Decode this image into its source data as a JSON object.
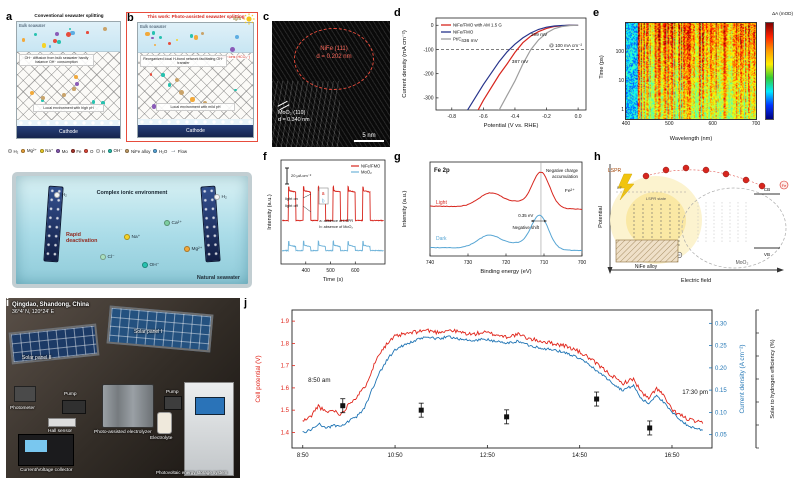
{
  "panels": {
    "a": {
      "label": "a",
      "title": "Conventional seawater splitting",
      "bulk_label": "Bulk seawater",
      "note1": "OH⁻ diffusion from bulk seawater hardly balance OH⁻ consumption",
      "note2": "Local environment with high pH",
      "cathode_label": "Cathode"
    },
    "b": {
      "label": "b",
      "title": "This work: Photo-assisted seawater splitting",
      "light_label": "light",
      "bulk_label": "Bulk seawater",
      "note0": "Buffer ions (HCO₃⁻)",
      "note1": "Reorganized local H-bond network facilitating OH⁻ transfer",
      "note2": "Local environment with mild pH",
      "cathode_label": "Cathode"
    },
    "legend_ab": {
      "items": [
        {
          "name": "H₂",
          "color": "#f0f0f0"
        },
        {
          "name": "Mg²⁺",
          "color": "#f2a93b"
        },
        {
          "name": "Na⁺",
          "color": "#f5d327"
        },
        {
          "name": "Mo",
          "color": "#8a5bb8"
        },
        {
          "name": "Fe",
          "color": "#b03a2e"
        },
        {
          "name": "O",
          "color": "#e74c3c"
        },
        {
          "name": "H",
          "color": "#ffffff"
        },
        {
          "name": "OH⁻",
          "color": "#27c2b0"
        },
        {
          "name": "NiFe alloy",
          "color": "#c9a36a"
        },
        {
          "name": "H₂O",
          "color": "#5dade2"
        },
        {
          "name": "Flow",
          "color": "#2c3e50"
        }
      ]
    },
    "tank": {
      "caption_top": "Complex ionic environment",
      "caption_deactivation": "Rapid deactivation",
      "caption_bottom": "Natural seawater",
      "ions": [
        "H₂",
        "Ca²⁺",
        "Na⁺",
        "Mg²⁺",
        "OH⁻",
        "Cl⁻"
      ]
    },
    "c": {
      "label": "c",
      "phase1_line1": "NiFe (111)",
      "phase1_line2": "d = 0.202 nm",
      "phase2_line1": "MoO₂ (110)",
      "phase2_line2": "d = 0.340 nm",
      "scalebar": "5 nm"
    },
    "d_label": "d",
    "e_label": "e",
    "f_label": "f",
    "g_label": "g",
    "j_label": "j",
    "h": {
      "label": "h",
      "lspr": "LSPR",
      "lspr_state": "LSPR state",
      "ef": "EF",
      "cb": "CB",
      "vb": "VB",
      "fe": "Fe",
      "nife": "NiFe alloy",
      "moo2": "MoO₂",
      "xlabel": "Electric field",
      "ylabel": "Potential"
    },
    "i": {
      "label": "i",
      "loc1": "Qingdao, Shandong, China",
      "loc2": "36°4′ N, 120°24′ E",
      "solar2": "Solar panel II",
      "solar1": "Solar panel I",
      "photometer": "Photometer",
      "pump1": "Pump",
      "hall": "Hall sensor",
      "electrolyzer": "Photo-assisted electrolyzer",
      "pump2": "Pump",
      "electrolyte": "Electrolyte",
      "collector": "Current/Voltage collector",
      "storage": "Photovoltaic energy storage system"
    }
  },
  "chart_data": [
    {
      "id": "d",
      "type": "line",
      "xlabel": "Potential (V vs. RHE)",
      "ylabel": "Current density (mA cm⁻²)",
      "xlim": [
        -0.9,
        0.05
      ],
      "ylim": [
        -350,
        30
      ],
      "xticks": [
        -0.8,
        -0.6,
        -0.4,
        -0.2,
        0.0
      ],
      "yticks": [
        0,
        -100,
        -200,
        -300
      ],
      "ref_line_y": -100,
      "ref_line_label": "@ 100 mA cm⁻²",
      "overpotential_labels": [
        {
          "text": "299 mV",
          "x": -0.3,
          "y": -45
        },
        {
          "text": "387 mV",
          "x": -0.42,
          "y": -155
        },
        {
          "text": "436 mV",
          "x": -0.74,
          "y": -70
        }
      ],
      "series": [
        {
          "name": "NiFe/FMO with AM 1.5 G",
          "color": "#d7261e",
          "x": [
            -0.9,
            -0.8,
            -0.7,
            -0.6,
            -0.5,
            -0.45,
            -0.4,
            -0.35,
            -0.3,
            -0.25,
            -0.2,
            -0.15,
            -0.1,
            -0.05,
            0
          ],
          "y": [
            -700,
            -560,
            -430,
            -310,
            -205,
            -160,
            -112,
            -72,
            -45,
            -26,
            -13,
            -5,
            -2,
            0,
            0
          ]
        },
        {
          "name": "NiFe/FMO",
          "color": "#27348b",
          "x": [
            -0.9,
            -0.8,
            -0.7,
            -0.6,
            -0.5,
            -0.45,
            -0.4,
            -0.35,
            -0.3,
            -0.25,
            -0.2,
            -0.15,
            -0.1,
            -0.05,
            0
          ],
          "y": [
            -600,
            -470,
            -350,
            -245,
            -150,
            -110,
            -78,
            -52,
            -32,
            -17,
            -8,
            -3,
            -1,
            0,
            0
          ]
        },
        {
          "name": "Pt/C",
          "color": "#9e9e9e",
          "x": [
            -0.9,
            -0.8,
            -0.7,
            -0.6,
            -0.5,
            -0.45,
            -0.4,
            -0.35,
            -0.3,
            -0.25,
            -0.2,
            -0.15,
            -0.1,
            -0.05,
            0
          ],
          "y": [
            -900,
            -760,
            -620,
            -480,
            -350,
            -290,
            -230,
            -160,
            -101,
            -60,
            -32,
            -14,
            -5,
            -1,
            0
          ]
        }
      ]
    },
    {
      "id": "e",
      "type": "heatmap",
      "xlabel": "Wavelength (nm)",
      "ylabel": "Time (ps)",
      "colorbar_label": "ΔA (mOD)",
      "x_range": [
        400,
        700
      ],
      "y_range_ps": [
        0.5,
        1000
      ],
      "y_scale": "log",
      "xticks": [
        400,
        500,
        600,
        700
      ],
      "yticks": [
        1,
        10,
        100
      ],
      "grid_wavelengths": [
        420,
        460,
        500,
        540,
        580,
        620,
        660,
        700
      ],
      "grid_times_ps": [
        1,
        3,
        10,
        30,
        100,
        300
      ],
      "values_mOD": [
        [
          1.0,
          3.8,
          4.2,
          4.5,
          4.0,
          4.3,
          3.9,
          4.1
        ],
        [
          0.8,
          3.6,
          4.0,
          4.2,
          3.9,
          4.0,
          3.7,
          3.8
        ],
        [
          0.9,
          3.4,
          3.8,
          4.0,
          3.6,
          3.8,
          3.5,
          3.6
        ],
        [
          0.7,
          3.2,
          3.5,
          3.7,
          3.4,
          3.5,
          3.2,
          3.3
        ],
        [
          0.6,
          2.8,
          3.2,
          3.3,
          3.0,
          3.1,
          2.9,
          3.0
        ],
        [
          0.5,
          2.2,
          2.6,
          2.8,
          2.5,
          2.6,
          2.4,
          2.5
        ]
      ]
    },
    {
      "id": "f",
      "type": "line",
      "xlabel": "Time (s)",
      "ylabel": "Intensity (a.u.)",
      "scalebar_label": "20 μA cm⁻²",
      "light_on_label": "light on",
      "light_off_label": "light off",
      "marker_a": "a",
      "marker_b": "b",
      "note_a": "a: absence of LSPR",
      "note_b": "b: absence of MoO₂",
      "xlim": [
        300,
        720
      ],
      "xticks": [
        400,
        500,
        600
      ],
      "chop": {
        "t_start": 330,
        "t_end": 690,
        "period": 60,
        "on_fraction": 0.5
      },
      "series": [
        {
          "name": "NiFe/FMO",
          "color": "#d7261e",
          "baseline": 0.42,
          "on_level": 0.74
        },
        {
          "name": "MoO₂",
          "color": "#6fb3d9",
          "baseline": 0.1,
          "on_level": 0.16
        }
      ]
    },
    {
      "id": "g",
      "type": "line",
      "title": "Fe 2p",
      "xlabel": "Binding energy (eV)",
      "ylabel": "Intensity (a.u.)",
      "xlim": [
        740,
        700
      ],
      "xticks": [
        740,
        730,
        720,
        710,
        700
      ],
      "vline_x": 710.8,
      "ann1a": "Negative charge",
      "ann1b": "accumulation",
      "ann_fe2": "Fe²⁺",
      "ann_shift_val": "0.35 eV",
      "ann_shift": "Negative shift",
      "series": [
        {
          "name": "Light",
          "color": "#d7261e",
          "offset": 0.52,
          "peaks": [
            {
              "c": 723.9,
              "w": 3.2,
              "a": 0.16
            },
            {
              "c": 716.8,
              "w": 2.5,
              "a": 0.05
            },
            {
              "c": 710.8,
              "w": 2.3,
              "a": 0.4
            }
          ]
        },
        {
          "name": "Dark",
          "color": "#58a6d4",
          "offset": 0.06,
          "peaks": [
            {
              "c": 724.25,
              "w": 3.2,
              "a": 0.15
            },
            {
              "c": 717.1,
              "w": 2.5,
              "a": 0.05
            },
            {
              "c": 711.15,
              "w": 2.3,
              "a": 0.38
            }
          ]
        }
      ]
    },
    {
      "id": "j",
      "type": "line",
      "ylabel_left": "Cell potential (V)",
      "ylabel_right": "Current density (A cm⁻²)",
      "ylabel_eff": "Solar to hydrogen efficiency (%)",
      "xtick_labels": [
        "8:50",
        "10:50",
        "12:50",
        "14:50",
        "16:50"
      ],
      "xtick_hours": [
        8.833,
        10.833,
        12.833,
        14.833,
        16.833
      ],
      "xlim_hours": [
        8.6,
        17.7
      ],
      "ylim_left": [
        1.33,
        1.95
      ],
      "yticks_left": [
        "1.4",
        "1.5",
        "1.6",
        "1.7",
        "1.8",
        "1.9"
      ],
      "ylim_right": [
        0.02,
        0.33
      ],
      "yticks_right": [
        "0.05",
        "0.10",
        "0.15",
        "0.20",
        "0.25",
        "0.30"
      ],
      "ann_start": "8:50 am",
      "ann_end": "17:30 pm",
      "series": [
        {
          "name": "Cell potential",
          "color": "#e0251b",
          "axis": "left",
          "x": [
            8.83,
            9.0,
            9.17,
            9.33,
            9.5,
            9.67,
            9.83,
            10.0,
            10.17,
            10.33,
            10.5,
            10.67,
            10.83,
            11.0,
            11.25,
            11.5,
            11.75,
            12.0,
            12.25,
            12.5,
            12.75,
            13.0,
            13.25,
            13.5,
            13.75,
            14.0,
            14.25,
            14.5,
            14.75,
            15.0,
            15.25,
            15.5,
            15.75,
            16.0,
            16.17,
            16.33,
            16.5,
            16.67,
            16.83,
            17.0,
            17.17,
            17.33,
            17.5
          ],
          "y": [
            1.45,
            1.47,
            1.52,
            1.49,
            1.5,
            1.48,
            1.53,
            1.56,
            1.6,
            1.68,
            1.76,
            1.8,
            1.83,
            1.84,
            1.85,
            1.86,
            1.85,
            1.86,
            1.85,
            1.84,
            1.85,
            1.84,
            1.83,
            1.84,
            1.82,
            1.81,
            1.8,
            1.79,
            1.77,
            1.74,
            1.7,
            1.66,
            1.62,
            1.64,
            1.58,
            1.55,
            1.6,
            1.56,
            1.5,
            1.48,
            1.46,
            1.45,
            1.44
          ]
        },
        {
          "name": "Current density",
          "color": "#1f74b4",
          "axis": "right",
          "x": [
            8.83,
            9.0,
            9.17,
            9.33,
            9.5,
            9.67,
            9.83,
            10.0,
            10.17,
            10.33,
            10.5,
            10.67,
            10.83,
            11.0,
            11.25,
            11.5,
            11.75,
            12.0,
            12.25,
            12.5,
            12.75,
            13.0,
            13.25,
            13.5,
            13.75,
            14.0,
            14.25,
            14.5,
            14.75,
            15.0,
            15.25,
            15.5,
            15.75,
            16.0,
            16.17,
            16.33,
            16.5,
            16.67,
            16.83,
            17.0,
            17.17,
            17.33,
            17.5
          ],
          "y": [
            0.055,
            0.06,
            0.075,
            0.065,
            0.07,
            0.068,
            0.08,
            0.09,
            0.11,
            0.15,
            0.19,
            0.22,
            0.24,
            0.25,
            0.26,
            0.27,
            0.265,
            0.27,
            0.265,
            0.26,
            0.265,
            0.26,
            0.255,
            0.26,
            0.25,
            0.245,
            0.24,
            0.235,
            0.225,
            0.21,
            0.19,
            0.17,
            0.15,
            0.16,
            0.13,
            0.12,
            0.14,
            0.12,
            0.1,
            0.085,
            0.07,
            0.065,
            0.06
          ]
        }
      ],
      "efficiency_markers": {
        "color": "#111111",
        "points_left_axis": [
          {
            "t": 9.7,
            "v": 1.52
          },
          {
            "t": 11.4,
            "v": 1.5
          },
          {
            "t": 13.25,
            "v": 1.47
          },
          {
            "t": 15.2,
            "v": 1.55
          },
          {
            "t": 16.35,
            "v": 1.42
          }
        ]
      }
    }
  ]
}
